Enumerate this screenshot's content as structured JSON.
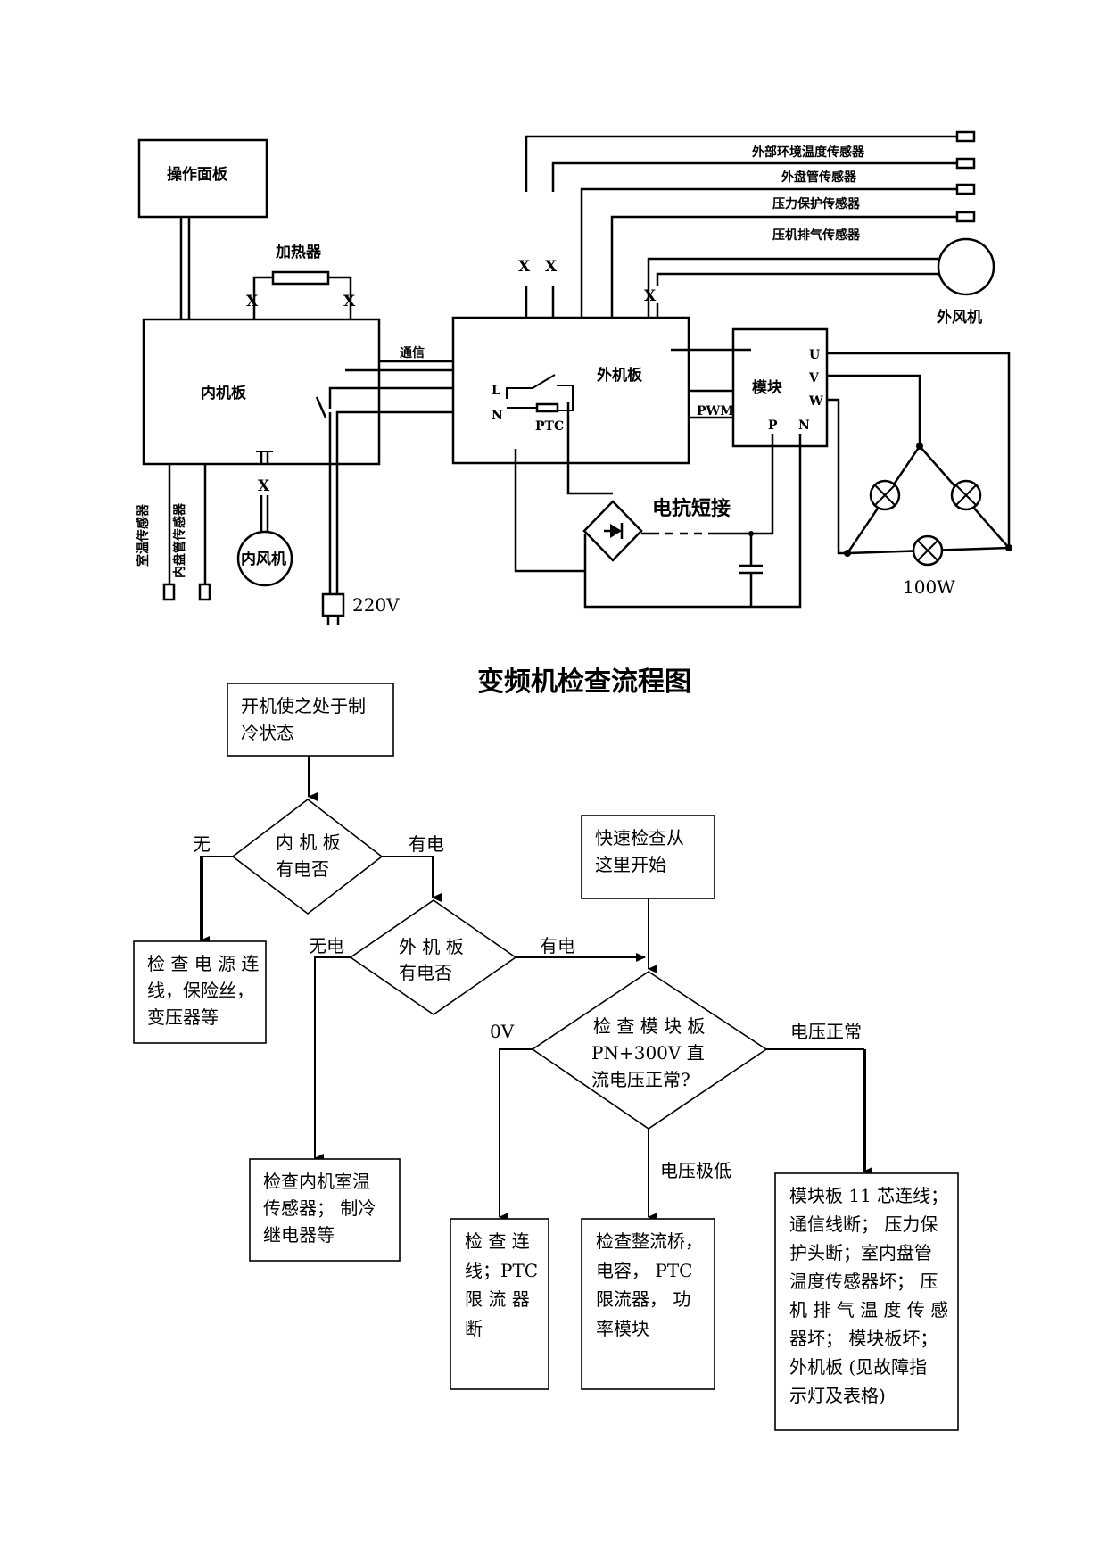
{
  "circuit": {
    "control_panel": "操作面板",
    "heater": "加热器",
    "indoor_board": "内机板",
    "comm": "通信",
    "outdoor_board": "外机板",
    "module": "模块",
    "pwm": "PWM",
    "L": "L",
    "N": "N",
    "ptc": "PTC",
    "U": "U",
    "V": "V",
    "W": "W",
    "P": "P",
    "Nm": "N",
    "sensor_outdoor_temp": "外部环境温度传感器",
    "sensor_outdoor_coil": "外盘管传感器",
    "sensor_pressure": "压力保护传感器",
    "sensor_discharge": "压机排气传感器",
    "outdoor_fan": "外风机",
    "indoor_fan": "内风机",
    "room_temp_sensor": "室温传感器",
    "indoor_coil_sensor": "内盘管传感器",
    "voltage": "220V",
    "reactor_short": "电抗短接",
    "lamp_power": "100W"
  },
  "flowchart": {
    "title": "变频机检查流程图",
    "start": [
      "开机使之处于制",
      "冷状态"
    ],
    "quick_start": [
      "快速检查从",
      "这里开始"
    ],
    "d1": [
      "内 机 板",
      "有电否"
    ],
    "d2": [
      "外 机 板",
      "有电否"
    ],
    "d3": [
      "检 查 模 块 板",
      "PN+300V   直",
      "流电压正常?"
    ],
    "e_no": "无",
    "e_yes1": "有电",
    "e_nopower2": "无电",
    "e_yes2": "有电",
    "e_0v": "0V",
    "e_normal": "电压正常",
    "e_low": "电压极低",
    "r_power": [
      "检 查 电 源 连",
      "线，保险丝，",
      "变压器等"
    ],
    "r_indoor": [
      "检查内机室温",
      "传感器；  制冷",
      "继电器等"
    ],
    "r_wiring": [
      "检  查  连",
      "线；PTC",
      "限 流 器",
      "断"
    ],
    "r_bridge": [
      "检查整流桥，",
      "电容，  PTC",
      "限流器，  功",
      "率模块"
    ],
    "r_module": [
      "模块板 11 芯连线；",
      "通信线断；  压力保",
      "护头断；室内盘管",
      "温度传感器坏；  压",
      "机 排 气 温 度 传 感",
      "器坏；  模块板坏；",
      "外机板  (见故障指",
      "示灯及表格)"
    ]
  }
}
